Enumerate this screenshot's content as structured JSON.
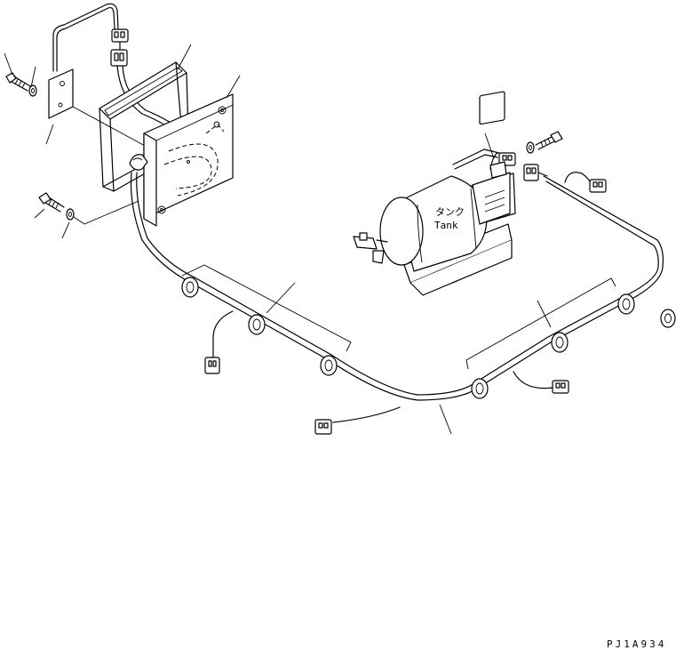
{
  "drawing_code": "PJ1A934",
  "tank": {
    "label_jp": "タンク",
    "label_en": "Tank"
  },
  "icons": {
    "tank": "air-tank-icon",
    "panel": "mounting-panel-icon",
    "gasket": "gasket-frame-icon",
    "bolt": "bolt-icon",
    "washer": "washer-icon",
    "connector": "connector-icon",
    "clamp": "clamp-icon",
    "harness": "wiring-harness-icon"
  }
}
